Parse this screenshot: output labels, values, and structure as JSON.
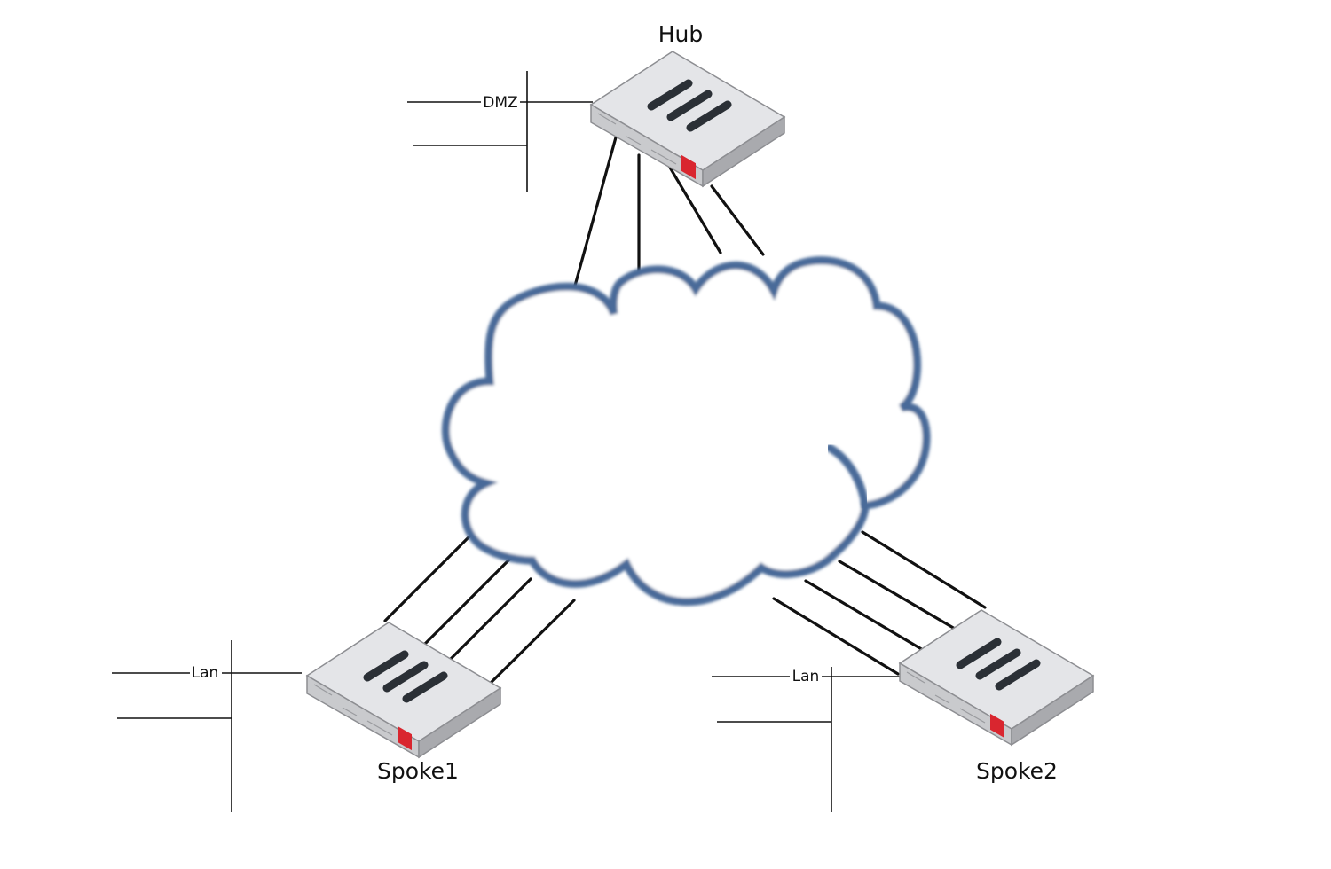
{
  "nodes": {
    "hub": {
      "label": "Hub",
      "port_label": "DMZ"
    },
    "spoke1": {
      "label": "Spoke1",
      "port_label": "Lan"
    },
    "spoke2": {
      "label": "Spoke2",
      "port_label": "Lan"
    }
  },
  "colors": {
    "cloud_outline": "#4a6b99",
    "cloud_fill": "#ffffff",
    "device_top": "#e4e5e8",
    "device_front": "#c9cacd",
    "device_side": "#a9aaae",
    "device_slot": "#2b3036",
    "device_brand": "#d9262f",
    "line": "#111111"
  },
  "icons": {
    "wan_cloud": "cloud-icon",
    "firewall_device": "fortigate-appliance-icon"
  }
}
